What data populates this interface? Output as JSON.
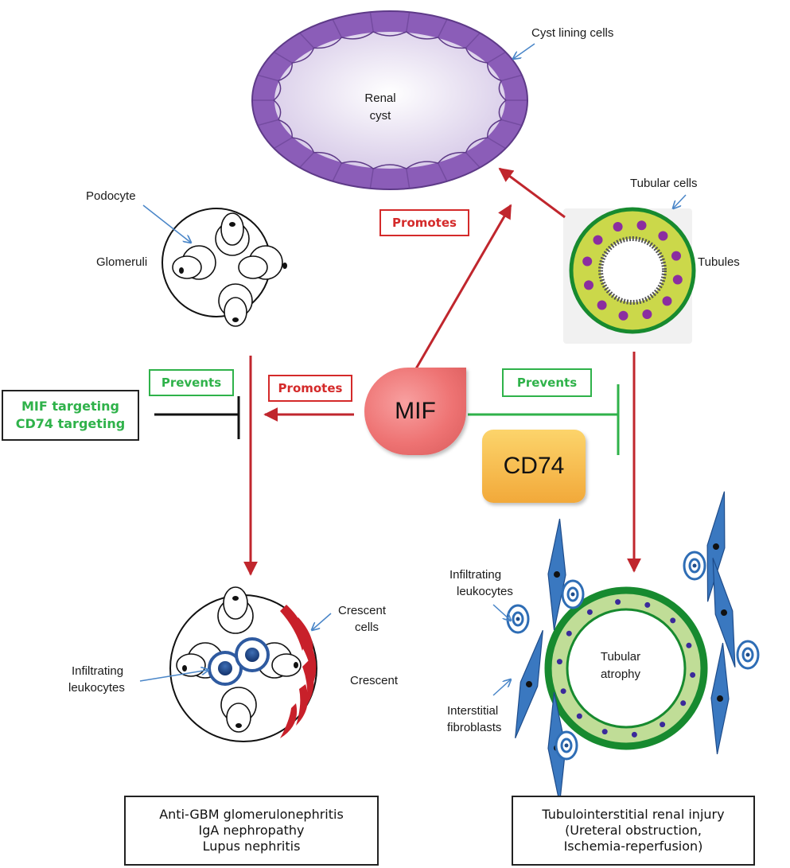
{
  "cyst": {
    "label_line1": "Renal",
    "label_line2": "cyst",
    "lining_label": "Cyst lining cells"
  },
  "glomeruli": {
    "podocyte_label": "Podocyte",
    "label": "Glomeruli"
  },
  "tubules": {
    "cells_label": "Tubular cells",
    "label": "Tubules"
  },
  "center": {
    "mif_label": "MIF",
    "cd74_label": "CD74"
  },
  "actions": {
    "promotes_top": "Promotes",
    "promotes_left": "Promotes",
    "prevents_left": "Prevents",
    "prevents_right": "Prevents"
  },
  "targeting": {
    "line1": "MIF targeting",
    "line2": "CD74 targeting"
  },
  "crescent_glom": {
    "crescent_cells_line1": "Crescent",
    "crescent_cells_line2": "cells",
    "crescent_label": "Crescent",
    "leuk_line1": "Infiltrating",
    "leuk_line2": "leukocytes"
  },
  "atrophy": {
    "label_line1": "Tubular",
    "label_line2": "atrophy",
    "leuk_line1": "Infiltrating",
    "leuk_line2": "leukocytes",
    "fib_line1": "Interstitial",
    "fib_line2": "fibroblasts"
  },
  "outcomes": {
    "left": [
      "Anti-GBM glomerulonephritis",
      "IgA nephropathy",
      "Lupus nephritis"
    ],
    "right": [
      "Tubulointerstitial renal injury",
      "(Ureteral obstruction,",
      "Ischemia-reperfusion)"
    ]
  },
  "colors": {
    "promote_red": "#c0262d",
    "prevent_green": "#2fb24a",
    "cyst_purple": "#7b4fae",
    "tubule_green": "#178a2f",
    "fibroblast_blue": "#3a78c0"
  }
}
